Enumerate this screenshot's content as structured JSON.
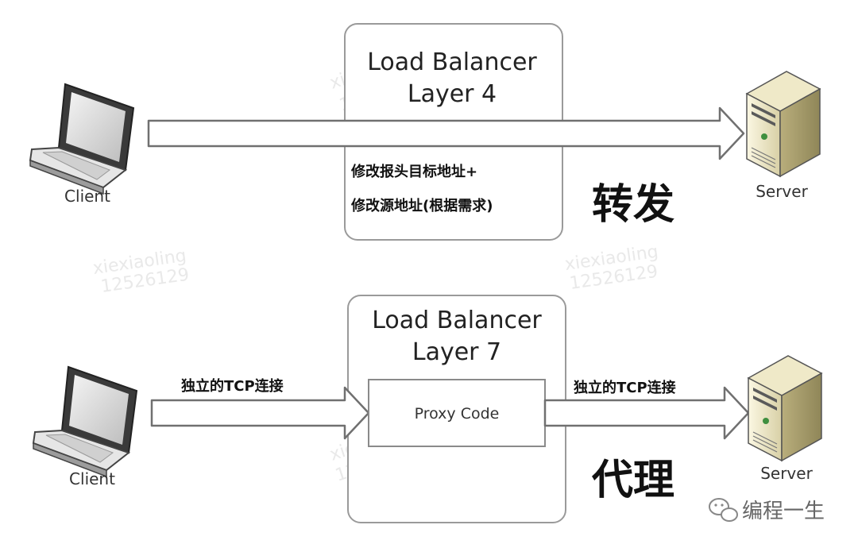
{
  "top": {
    "lb_title_line1": "Load Balancer",
    "lb_title_line2": "Layer 4",
    "note_line1": "修改报头目标地址+",
    "note_line2": "修改源地址(根据需求)",
    "mode_label": "转发",
    "client_label": "Client",
    "server_label": "Server"
  },
  "bottom": {
    "lb_title_line1": "Load Balancer",
    "lb_title_line2": "Layer 7",
    "proxy_label": "Proxy Code",
    "left_connection_label": "独立的TCP连接",
    "right_connection_label": "独立的TCP连接",
    "mode_label": "代理",
    "client_label": "Client",
    "server_label": "Server"
  },
  "watermarks": [
    "xiexiaoling",
    "12526129"
  ],
  "brand": {
    "text": "编程一生",
    "icon": "wechat-icon"
  },
  "colors": {
    "box_stroke": "#9a9a9a",
    "arrow_stroke": "#707070",
    "arrow_fill": "#ffffff"
  }
}
